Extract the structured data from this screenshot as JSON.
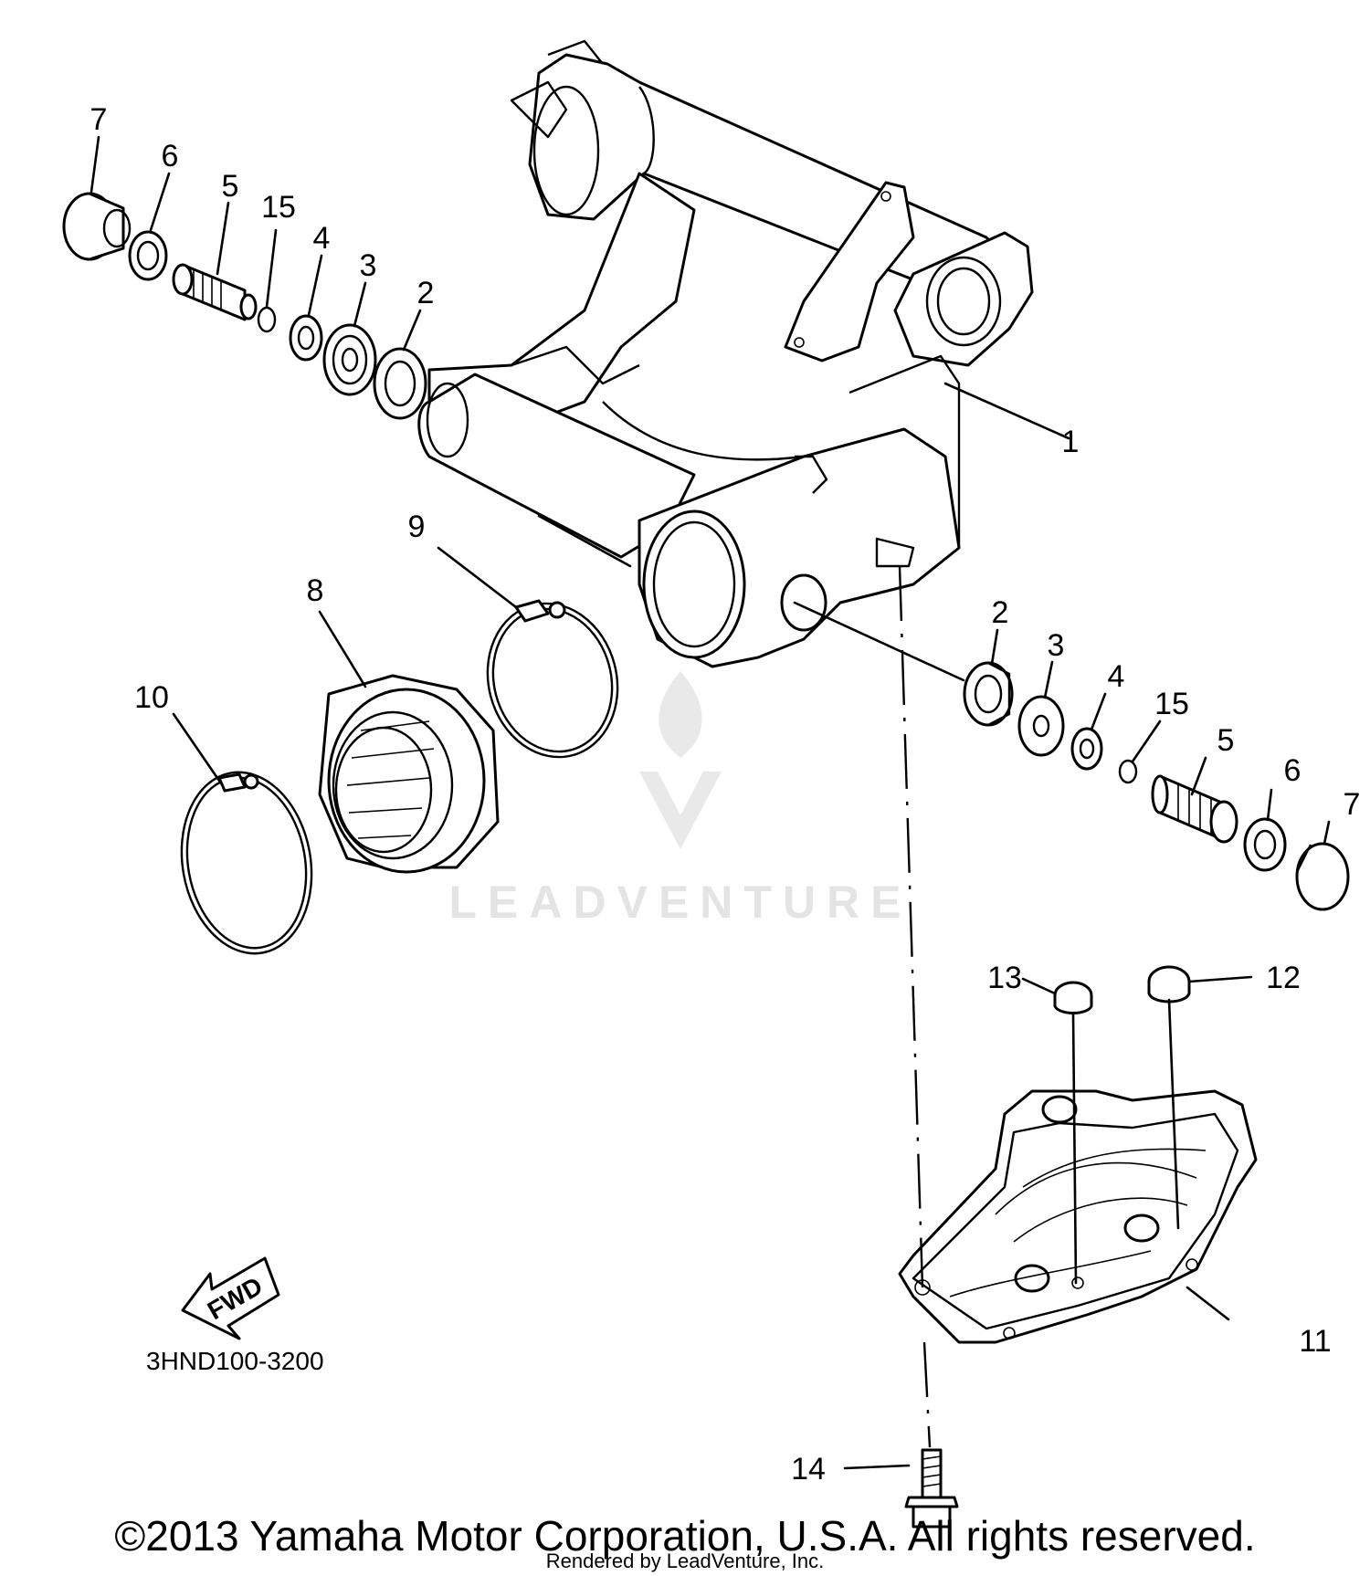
{
  "diagram": {
    "part_code": "3HND100-3200",
    "fwd_label": "FWD",
    "watermark_text": "LEADVENTURE",
    "callouts": {
      "c1": "1",
      "c2a": "2",
      "c2b": "2",
      "c3a": "3",
      "c3b": "3",
      "c4a": "4",
      "c4b": "4",
      "c5a": "5",
      "c5b": "5",
      "c6a": "6",
      "c6b": "6",
      "c7a": "7",
      "c7b": "7",
      "c8": "8",
      "c9": "9",
      "c10": "10",
      "c11": "11",
      "c12": "12",
      "c13": "13",
      "c14": "14",
      "c15a": "15",
      "c15b": "15"
    }
  },
  "footer": {
    "copyright": "©2013 Yamaha Motor Corporation, U.S.A. All rights reserved.",
    "rendered_by": "Rendered by LeadVenture, Inc."
  }
}
